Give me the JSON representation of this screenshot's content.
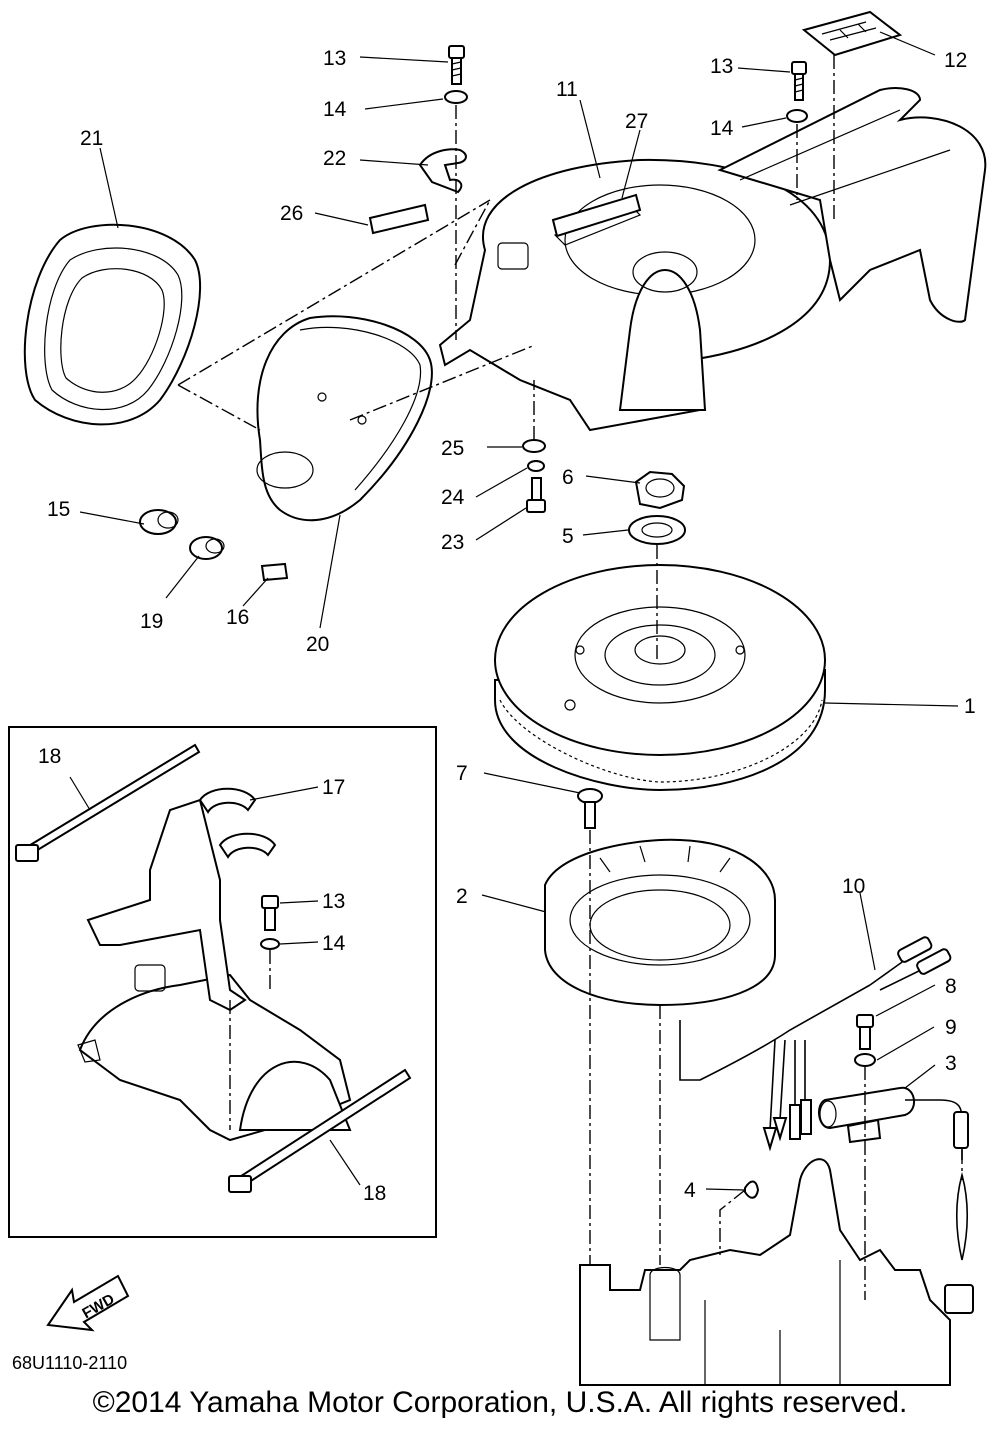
{
  "diagram": {
    "code": "68U1110-2110",
    "copyright": "©2014 Yamaha Motor Corporation, U.S.A. All rights reserved.",
    "fwd_label": "FWD",
    "callouts": {
      "p1": "1",
      "p2": "2",
      "p3": "3",
      "p4": "4",
      "p5": "5",
      "p6": "6",
      "p7": "7",
      "p8": "8",
      "p9": "9",
      "p10": "10",
      "p11": "11",
      "p12": "12",
      "p13a": "13",
      "p13b": "13",
      "p13c": "13",
      "p14a": "14",
      "p14b": "14",
      "p14c": "14",
      "p15": "15",
      "p16": "16",
      "p17": "17",
      "p18a": "18",
      "p18b": "18",
      "p19": "19",
      "p20": "20",
      "p21": "21",
      "p22": "22",
      "p23": "23",
      "p24": "24",
      "p25": "25",
      "p26": "26",
      "p27": "27"
    }
  }
}
